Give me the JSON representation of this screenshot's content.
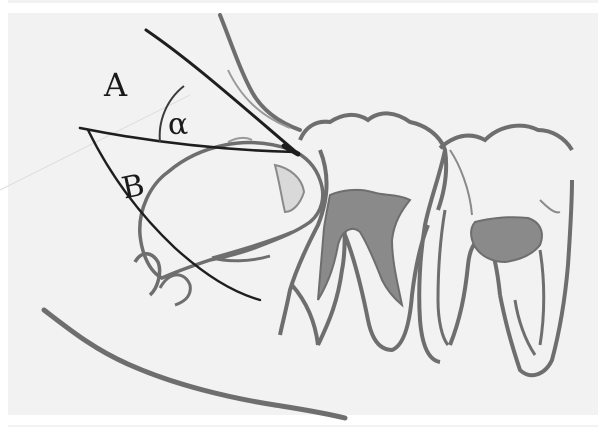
{
  "labels": {
    "a": "A",
    "b": "B",
    "angle": "α"
  },
  "colors": {
    "paper": "#f2f2f2",
    "pencil_dark": "#1e1e1e",
    "pencil_grey": "#6e6e6e",
    "pencil_light": "#9a9a9a",
    "shade_fill": "#8a8a8a",
    "crease": "#dcdcdc"
  }
}
